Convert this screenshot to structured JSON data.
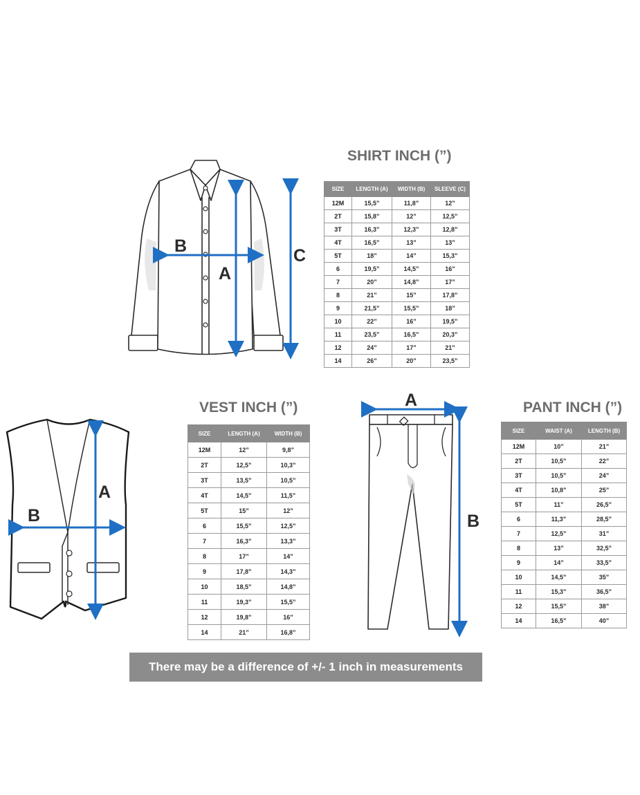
{
  "colors": {
    "arrow": "#1f6fc4",
    "header_bg": "#8c8c8c",
    "title": "#6d6d6d"
  },
  "shirt": {
    "title": "SHIRT INCH (”)",
    "headers": [
      "SIZE",
      "LENGTH (A)",
      "WIDTH (B)",
      "SLEEVE (C)"
    ],
    "rows": [
      [
        "12M",
        "15,5”",
        "11,8”",
        "12”"
      ],
      [
        "2T",
        "15,8”",
        "12”",
        "12,5”"
      ],
      [
        "3T",
        "16,3”",
        "12,3”",
        "12,8”"
      ],
      [
        "4T",
        "16,5”",
        "13”",
        "13”"
      ],
      [
        "5T",
        "18”",
        "14”",
        "15,3”"
      ],
      [
        "6",
        "19,5”",
        "14,5”",
        "16”"
      ],
      [
        "7",
        "20”",
        "14,8”",
        "17”"
      ],
      [
        "8",
        "21”",
        "15”",
        "17,8”"
      ],
      [
        "9",
        "21,5”",
        "15,5”",
        "18”"
      ],
      [
        "10",
        "22”",
        "16”",
        "19,5”"
      ],
      [
        "11",
        "23,5”",
        "16,5”",
        "20,3”"
      ],
      [
        "12",
        "24”",
        "17”",
        "21”"
      ],
      [
        "14",
        "26”",
        "20”",
        "23,5”"
      ]
    ],
    "labels": {
      "a": "A",
      "b": "B",
      "c": "C"
    }
  },
  "vest": {
    "title": "VEST INCH (”)",
    "headers": [
      "SIZE",
      "LENGTH (A)",
      "WIDTH (B)"
    ],
    "rows": [
      [
        "12M",
        "12”",
        "9,8”"
      ],
      [
        "2T",
        "12,5”",
        "10,3”"
      ],
      [
        "3T",
        "13,5”",
        "10,5”"
      ],
      [
        "4T",
        "14,5”",
        "11,5”"
      ],
      [
        "5T",
        "15”",
        "12”"
      ],
      [
        "6",
        "15,5”",
        "12,5”"
      ],
      [
        "7",
        "16,3”",
        "13,3”"
      ],
      [
        "8",
        "17”",
        "14”"
      ],
      [
        "9",
        "17,8”",
        "14,3”"
      ],
      [
        "10",
        "18,5”",
        "14,8”"
      ],
      [
        "11",
        "19,3”",
        "15,5”"
      ],
      [
        "12",
        "19,8”",
        "16”"
      ],
      [
        "14",
        "21”",
        "16,8”"
      ]
    ],
    "labels": {
      "a": "A",
      "b": "B"
    }
  },
  "pant": {
    "title": "PANT INCH (”)",
    "headers": [
      "SIZE",
      "WAIST (A)",
      "LENGTH (B)"
    ],
    "rows": [
      [
        "12M",
        "10”",
        "21”"
      ],
      [
        "2T",
        "10,5”",
        "22”"
      ],
      [
        "3T",
        "10,5”",
        "24”"
      ],
      [
        "4T",
        "10,8”",
        "25”"
      ],
      [
        "5T",
        "11”",
        "26,5”"
      ],
      [
        "6",
        "11,3”",
        "28,5”"
      ],
      [
        "7",
        "12,5”",
        "31”"
      ],
      [
        "8",
        "13”",
        "32,5”"
      ],
      [
        "9",
        "14”",
        "33,5”"
      ],
      [
        "10",
        "14,5”",
        "35”"
      ],
      [
        "11",
        "15,3”",
        "36,5”"
      ],
      [
        "12",
        "15,5”",
        "38”"
      ],
      [
        "14",
        "16,5”",
        "40”"
      ]
    ],
    "labels": {
      "a": "A",
      "b": "B"
    }
  },
  "note": "There may be a difference of +/- 1 inch in measurements"
}
